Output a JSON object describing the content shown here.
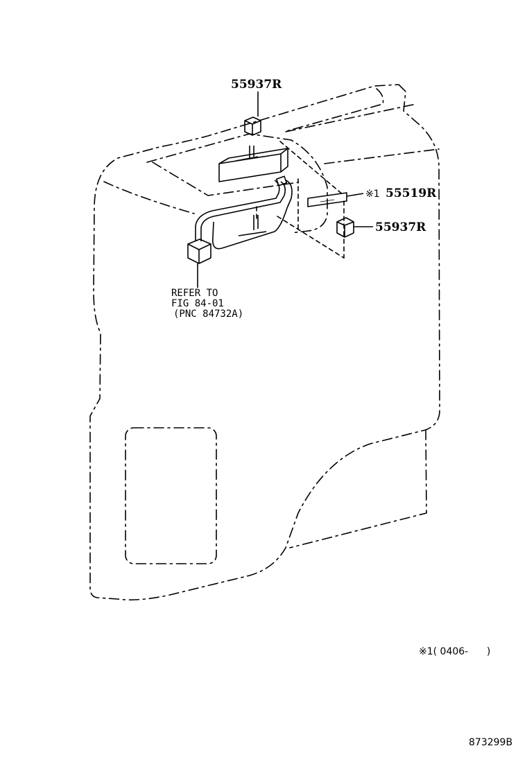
{
  "callouts": {
    "top_clip": "55937R",
    "label_marker": "※1",
    "label_part": "55519R",
    "right_clip": "55937R"
  },
  "reference": {
    "line1": "REFER TO",
    "line2": "FIG 84-01",
    "line3": "(PNC 84732A)"
  },
  "footnote": "※1( 0406-      )",
  "figure_code": "873299B"
}
